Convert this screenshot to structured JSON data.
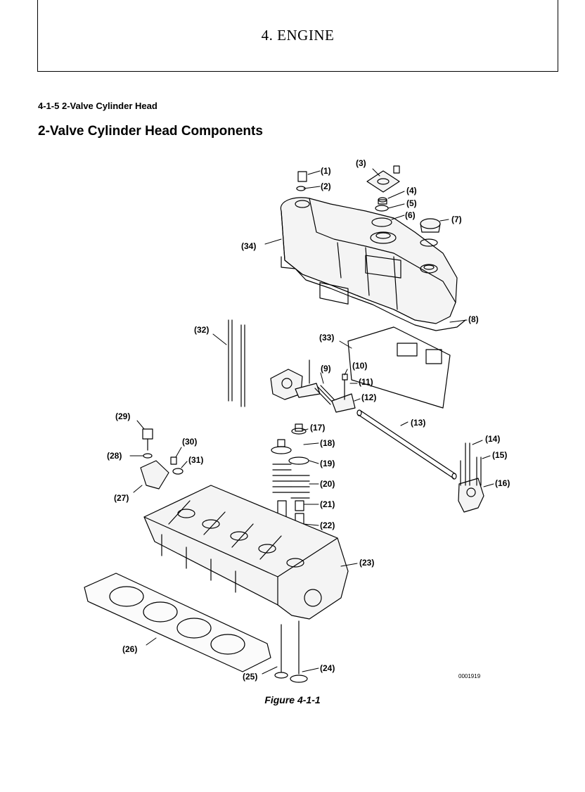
{
  "header": {
    "chapter_title": "4. ENGINE"
  },
  "section": {
    "number_title": "4-1-5  2-Valve Cylinder Head",
    "heading": "2-Valve Cylinder Head Components"
  },
  "figure": {
    "code": "0001919",
    "caption": "Figure 4-1-1",
    "callouts": [
      "(1)",
      "(2)",
      "(3)",
      "(4)",
      "(5)",
      "(6)",
      "(7)",
      "(8)",
      "(9)",
      "(10)",
      "(11)",
      "(12)",
      "(13)",
      "(14)",
      "(15)",
      "(16)",
      "(17)",
      "(18)",
      "(19)",
      "(20)",
      "(21)",
      "(22)",
      "(23)",
      "(24)",
      "(25)",
      "(26)",
      "(27)",
      "(28)",
      "(29)",
      "(30)",
      "(31)",
      "(32)",
      "(33)",
      "(34)"
    ]
  }
}
